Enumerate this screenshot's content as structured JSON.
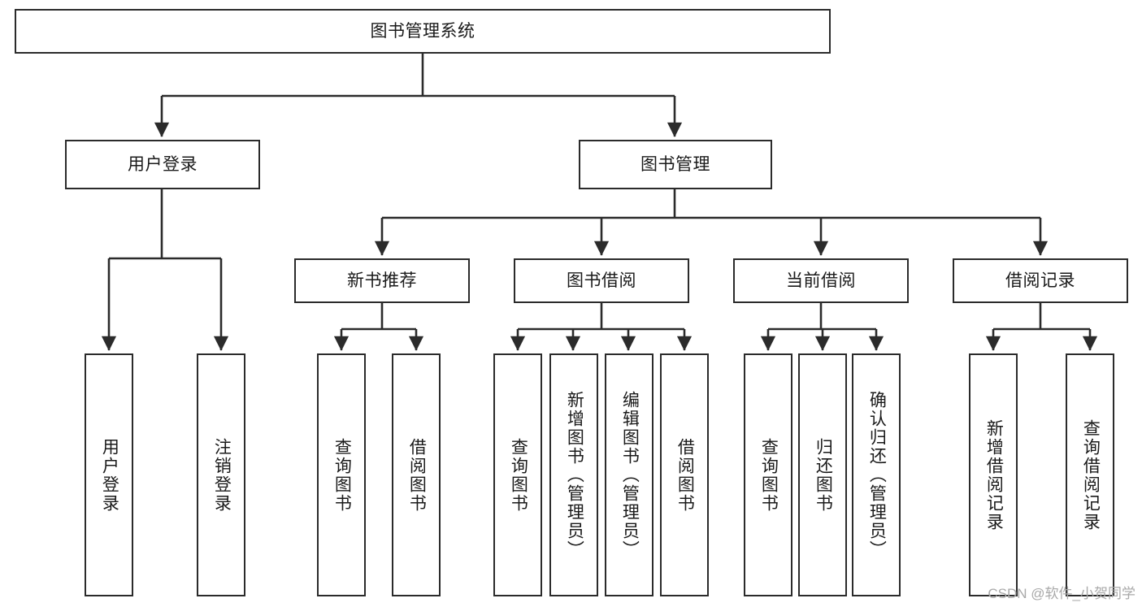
{
  "diagram": {
    "title": "图书管理系统",
    "type": "hierarchy-tree",
    "orientation": "top-down",
    "levels": 4,
    "root": {
      "id": "root",
      "label": "图书管理系统",
      "text_orientation": "horizontal"
    },
    "level2": [
      {
        "id": "user-login",
        "label": "用户登录",
        "text_orientation": "horizontal"
      },
      {
        "id": "book-management",
        "label": "图书管理",
        "text_orientation": "horizontal"
      }
    ],
    "level3": [
      {
        "id": "new-book-recommend",
        "label": "新书推荐",
        "parent": "book-management",
        "text_orientation": "horizontal"
      },
      {
        "id": "book-borrow",
        "label": "图书借阅",
        "parent": "book-management",
        "text_orientation": "horizontal"
      },
      {
        "id": "current-borrow",
        "label": "当前借阅",
        "parent": "book-management",
        "text_orientation": "horizontal"
      },
      {
        "id": "borrow-record",
        "label": "借阅记录",
        "parent": "book-management",
        "text_orientation": "horizontal"
      }
    ],
    "leaves": [
      {
        "id": "leaf-user-login",
        "label": "用户登录",
        "parent": "user-login",
        "text_orientation": "vertical"
      },
      {
        "id": "leaf-logout-login",
        "label": "注销登录",
        "parent": "user-login",
        "text_orientation": "vertical"
      },
      {
        "id": "leaf-query-book-recommend",
        "label": "查询图书",
        "parent": "new-book-recommend",
        "text_orientation": "vertical"
      },
      {
        "id": "leaf-borrow-book-recommend",
        "label": "借阅图书",
        "parent": "new-book-recommend",
        "text_orientation": "vertical"
      },
      {
        "id": "leaf-query-book-borrow",
        "label": "查询图书",
        "parent": "book-borrow",
        "text_orientation": "vertical"
      },
      {
        "id": "leaf-add-book-admin",
        "label": "新增图书（管理员）",
        "parent": "book-borrow",
        "text_orientation": "vertical"
      },
      {
        "id": "leaf-edit-book-admin",
        "label": "编辑图书（管理员）",
        "parent": "book-borrow",
        "text_orientation": "vertical"
      },
      {
        "id": "leaf-borrow-book",
        "label": "借阅图书",
        "parent": "book-borrow",
        "text_orientation": "vertical"
      },
      {
        "id": "leaf-query-book-current",
        "label": "查询图书",
        "parent": "current-borrow",
        "text_orientation": "vertical"
      },
      {
        "id": "leaf-return-book",
        "label": "归还图书",
        "parent": "current-borrow",
        "text_orientation": "vertical"
      },
      {
        "id": "leaf-confirm-return-admin",
        "label": "确认归还（管理员）",
        "parent": "current-borrow",
        "text_orientation": "vertical"
      },
      {
        "id": "leaf-add-borrow-record",
        "label": "新增借阅记录",
        "parent": "borrow-record",
        "text_orientation": "vertical"
      },
      {
        "id": "leaf-query-borrow-record",
        "label": "查询借阅记录",
        "parent": "borrow-record",
        "text_orientation": "vertical"
      }
    ],
    "colors": {
      "background": "#ffffff",
      "box_border": "#2b2b2b",
      "box_fill": "#ffffff",
      "connector": "#2b2b2b",
      "text": "#1a1a1a",
      "watermark": "#a9a9a9"
    }
  },
  "watermark": {
    "text": "CSDN @软件_小贺同学"
  }
}
